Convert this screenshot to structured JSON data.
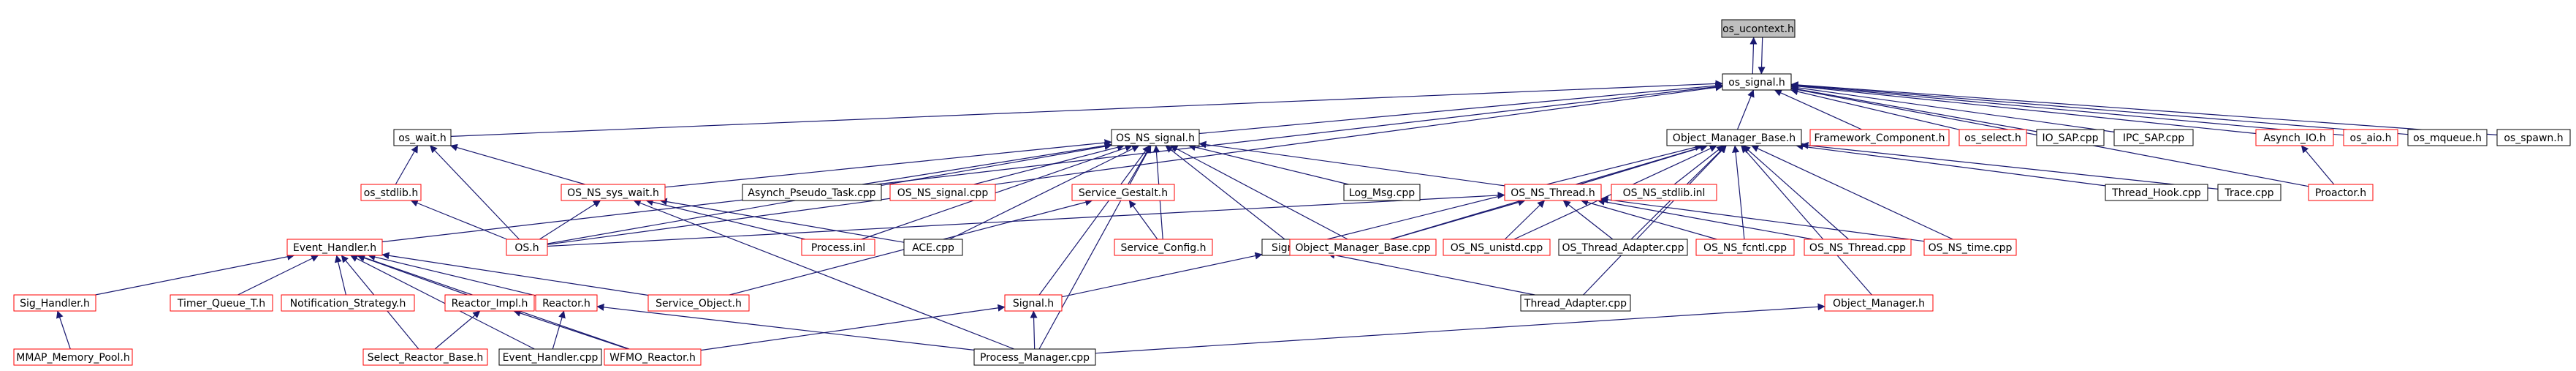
{
  "diagram": {
    "colors": {
      "edge": "#191970",
      "box_border_black": "#000000",
      "box_border_red": "#ff0000",
      "root_fill": "#bfbfbf",
      "text": "#000000"
    },
    "nodes": [
      {
        "id": "os_ucontext_h",
        "label": "os_ucontext.h",
        "border": "black",
        "root": true
      },
      {
        "id": "os_signal_h",
        "label": "os_signal.h",
        "border": "black"
      },
      {
        "id": "os_wait_h",
        "label": "os_wait.h",
        "border": "black"
      },
      {
        "id": "OS_NS_signal_h",
        "label": "OS_NS_signal.h",
        "border": "black"
      },
      {
        "id": "Object_Manager_Base_h",
        "label": "Object_Manager_Base.h",
        "border": "black"
      },
      {
        "id": "Framework_Component_h",
        "label": "Framework_Component.h",
        "border": "red"
      },
      {
        "id": "os_select_h",
        "label": "os_select.h",
        "border": "red"
      },
      {
        "id": "IO_SAP_cpp",
        "label": "IO_SAP.cpp",
        "border": "black"
      },
      {
        "id": "IPC_SAP_cpp",
        "label": "IPC_SAP.cpp",
        "border": "black"
      },
      {
        "id": "Asynch_IO_h",
        "label": "Asynch_IO.h",
        "border": "red"
      },
      {
        "id": "os_aio_h",
        "label": "os_aio.h",
        "border": "red"
      },
      {
        "id": "os_mqueue_h",
        "label": "os_mqueue.h",
        "border": "black"
      },
      {
        "id": "os_spawn_h",
        "label": "os_spawn.h",
        "border": "black"
      },
      {
        "id": "os_stdlib_h",
        "label": "os_stdlib.h",
        "border": "red"
      },
      {
        "id": "OS_NS_sys_wait_h",
        "label": "OS_NS_sys_wait.h",
        "border": "red"
      },
      {
        "id": "Asynch_Pseudo_Task_cpp",
        "label": "Asynch_Pseudo_Task.cpp",
        "border": "black"
      },
      {
        "id": "OS_NS_signal_cpp",
        "label": "OS_NS_signal.cpp",
        "border": "red"
      },
      {
        "id": "Service_Gestalt_h",
        "label": "Service_Gestalt.h",
        "border": "red"
      },
      {
        "id": "Log_Msg_cpp",
        "label": "Log_Msg.cpp",
        "border": "black"
      },
      {
        "id": "OS_NS_Thread_h",
        "label": "OS_NS_Thread.h",
        "border": "red"
      },
      {
        "id": "OS_NS_stdlib_inl",
        "label": "OS_NS_stdlib.inl",
        "border": "red"
      },
      {
        "id": "Thread_Hook_cpp",
        "label": "Thread_Hook.cpp",
        "border": "black"
      },
      {
        "id": "Trace_cpp",
        "label": "Trace.cpp",
        "border": "black"
      },
      {
        "id": "Proactor_h",
        "label": "Proactor.h",
        "border": "red"
      },
      {
        "id": "OS_h",
        "label": "OS.h",
        "border": "red"
      },
      {
        "id": "Process_inl",
        "label": "Process.inl",
        "border": "red"
      },
      {
        "id": "ACE_cpp",
        "label": "ACE.cpp",
        "border": "black"
      },
      {
        "id": "Service_Config_h",
        "label": "Service_Config.h",
        "border": "red"
      },
      {
        "id": "Signal_inl",
        "label": "Signal.inl",
        "border": "black"
      },
      {
        "id": "Object_Manager_Base_cpp",
        "label": "Object_Manager_Base.cpp",
        "border": "red"
      },
      {
        "id": "OS_NS_unistd_cpp",
        "label": "OS_NS_unistd.cpp",
        "border": "red"
      },
      {
        "id": "OS_Thread_Adapter_cpp",
        "label": "OS_Thread_Adapter.cpp",
        "border": "black"
      },
      {
        "id": "OS_NS_fcntl_cpp",
        "label": "OS_NS_fcntl.cpp",
        "border": "red"
      },
      {
        "id": "OS_NS_Thread_cpp",
        "label": "OS_NS_Thread.cpp",
        "border": "red"
      },
      {
        "id": "OS_NS_time_cpp",
        "label": "OS_NS_time.cpp",
        "border": "red"
      },
      {
        "id": "Event_Handler_h",
        "label": "Event_Handler.h",
        "border": "red"
      },
      {
        "id": "Sig_Handler_h",
        "label": "Sig_Handler.h",
        "border": "red"
      },
      {
        "id": "Timer_Queue_T_h",
        "label": "Timer_Queue_T.h",
        "border": "red"
      },
      {
        "id": "Notification_Strategy_h",
        "label": "Notification_Strategy.h",
        "border": "red"
      },
      {
        "id": "Reactor_Impl_h",
        "label": "Reactor_Impl.h",
        "border": "red"
      },
      {
        "id": "Reactor_h",
        "label": "Reactor.h",
        "border": "red"
      },
      {
        "id": "Service_Object_h",
        "label": "Service_Object.h",
        "border": "red"
      },
      {
        "id": "Signal_h",
        "label": "Signal.h",
        "border": "red"
      },
      {
        "id": "Thread_Adapter_cpp",
        "label": "Thread_Adapter.cpp",
        "border": "black"
      },
      {
        "id": "Object_Manager_h",
        "label": "Object_Manager.h",
        "border": "red"
      },
      {
        "id": "MMAP_Memory_Pool_h",
        "label": "MMAP_Memory_Pool.h",
        "border": "red"
      },
      {
        "id": "Select_Reactor_Base_h",
        "label": "Select_Reactor_Base.h",
        "border": "red"
      },
      {
        "id": "Event_Handler_cpp",
        "label": "Event_Handler.cpp",
        "border": "black"
      },
      {
        "id": "WFMO_Reactor_h",
        "label": "WFMO_Reactor.h",
        "border": "red"
      },
      {
        "id": "Process_Manager_cpp",
        "label": "Process_Manager.cpp",
        "border": "black"
      }
    ],
    "edges": [
      [
        "os_signal_h",
        "os_ucontext_h"
      ],
      [
        "os_ucontext_h",
        "os_signal_h"
      ],
      [
        "os_wait_h",
        "os_signal_h"
      ],
      [
        "OS_NS_signal_h",
        "os_signal_h"
      ],
      [
        "Object_Manager_Base_h",
        "os_signal_h"
      ],
      [
        "Framework_Component_h",
        "os_signal_h"
      ],
      [
        "os_select_h",
        "os_signal_h"
      ],
      [
        "IO_SAP_cpp",
        "os_signal_h"
      ],
      [
        "IPC_SAP_cpp",
        "os_signal_h"
      ],
      [
        "Asynch_IO_h",
        "os_signal_h"
      ],
      [
        "os_aio_h",
        "os_signal_h"
      ],
      [
        "os_mqueue_h",
        "os_signal_h"
      ],
      [
        "os_spawn_h",
        "os_signal_h"
      ],
      [
        "Proactor_h",
        "os_signal_h"
      ],
      [
        "OS_h",
        "os_signal_h"
      ],
      [
        "Event_Handler_h",
        "os_signal_h"
      ],
      [
        "Proactor_h",
        "Asynch_IO_h"
      ],
      [
        "os_stdlib_h",
        "os_wait_h"
      ],
      [
        "OS_NS_sys_wait_h",
        "os_wait_h"
      ],
      [
        "OS_h",
        "os_wait_h"
      ],
      [
        "OS_h",
        "os_stdlib_h"
      ],
      [
        "OS_h",
        "OS_NS_sys_wait_h"
      ],
      [
        "Process_inl",
        "OS_NS_sys_wait_h"
      ],
      [
        "ACE_cpp",
        "OS_NS_sys_wait_h"
      ],
      [
        "Process_Manager_cpp",
        "OS_NS_sys_wait_h"
      ],
      [
        "OS_NS_sys_wait_h",
        "OS_NS_signal_h"
      ],
      [
        "Asynch_Pseudo_Task_cpp",
        "OS_NS_signal_h"
      ],
      [
        "OS_NS_signal_cpp",
        "OS_NS_signal_h"
      ],
      [
        "Service_Gestalt_h",
        "OS_NS_signal_h"
      ],
      [
        "Log_Msg_cpp",
        "OS_NS_signal_h"
      ],
      [
        "OS_NS_Thread_h",
        "OS_NS_signal_h"
      ],
      [
        "OS_h",
        "OS_NS_signal_h"
      ],
      [
        "Process_inl",
        "OS_NS_signal_h"
      ],
      [
        "ACE_cpp",
        "OS_NS_signal_h"
      ],
      [
        "Service_Config_h",
        "OS_NS_signal_h"
      ],
      [
        "Signal_inl",
        "OS_NS_signal_h"
      ],
      [
        "Object_Manager_Base_cpp",
        "OS_NS_signal_h"
      ],
      [
        "Signal_h",
        "OS_NS_signal_h"
      ],
      [
        "Process_Manager_cpp",
        "OS_NS_signal_h"
      ],
      [
        "Service_Config_h",
        "Service_Gestalt_h"
      ],
      [
        "Service_Object_h",
        "Service_Gestalt_h"
      ],
      [
        "OS_NS_Thread_h",
        "Object_Manager_Base_h"
      ],
      [
        "OS_NS_stdlib_inl",
        "Object_Manager_Base_h"
      ],
      [
        "Thread_Hook_cpp",
        "Object_Manager_Base_h"
      ],
      [
        "Trace_cpp",
        "Object_Manager_Base_h"
      ],
      [
        "Signal_inl",
        "Object_Manager_Base_h"
      ],
      [
        "Object_Manager_Base_cpp",
        "Object_Manager_Base_h"
      ],
      [
        "OS_NS_unistd_cpp",
        "Object_Manager_Base_h"
      ],
      [
        "OS_Thread_Adapter_cpp",
        "Object_Manager_Base_h"
      ],
      [
        "OS_NS_fcntl_cpp",
        "Object_Manager_Base_h"
      ],
      [
        "OS_NS_Thread_cpp",
        "Object_Manager_Base_h"
      ],
      [
        "OS_NS_time_cpp",
        "Object_Manager_Base_h"
      ],
      [
        "Object_Manager_h",
        "Object_Manager_Base_h"
      ],
      [
        "Thread_Adapter_cpp",
        "Object_Manager_Base_h"
      ],
      [
        "OS_h",
        "OS_NS_Thread_h"
      ],
      [
        "Object_Manager_Base_cpp",
        "OS_NS_Thread_h"
      ],
      [
        "OS_NS_unistd_cpp",
        "OS_NS_Thread_h"
      ],
      [
        "OS_Thread_Adapter_cpp",
        "OS_NS_Thread_h"
      ],
      [
        "OS_NS_fcntl_cpp",
        "OS_NS_Thread_h"
      ],
      [
        "OS_NS_Thread_cpp",
        "OS_NS_Thread_h"
      ],
      [
        "OS_NS_time_cpp",
        "OS_NS_Thread_h"
      ],
      [
        "Thread_Adapter_cpp",
        "Signal_inl"
      ],
      [
        "Signal_h",
        "Signal_inl"
      ],
      [
        "Sig_Handler_h",
        "Event_Handler_h"
      ],
      [
        "Timer_Queue_T_h",
        "Event_Handler_h"
      ],
      [
        "Notification_Strategy_h",
        "Event_Handler_h"
      ],
      [
        "Reactor_Impl_h",
        "Event_Handler_h"
      ],
      [
        "Reactor_h",
        "Event_Handler_h"
      ],
      [
        "Service_Object_h",
        "Event_Handler_h"
      ],
      [
        "Select_Reactor_Base_h",
        "Event_Handler_h"
      ],
      [
        "Event_Handler_cpp",
        "Event_Handler_h"
      ],
      [
        "WFMO_Reactor_h",
        "Event_Handler_h"
      ],
      [
        "MMAP_Memory_Pool_h",
        "Sig_Handler_h"
      ],
      [
        "Select_Reactor_Base_h",
        "Reactor_Impl_h"
      ],
      [
        "WFMO_Reactor_h",
        "Reactor_Impl_h"
      ],
      [
        "Event_Handler_cpp",
        "Reactor_h"
      ],
      [
        "Process_Manager_cpp",
        "Reactor_h"
      ],
      [
        "WFMO_Reactor_h",
        "Signal_h"
      ],
      [
        "Process_Manager_cpp",
        "Signal_h"
      ],
      [
        "Process_Manager_cpp",
        "Object_Manager_h"
      ]
    ]
  }
}
